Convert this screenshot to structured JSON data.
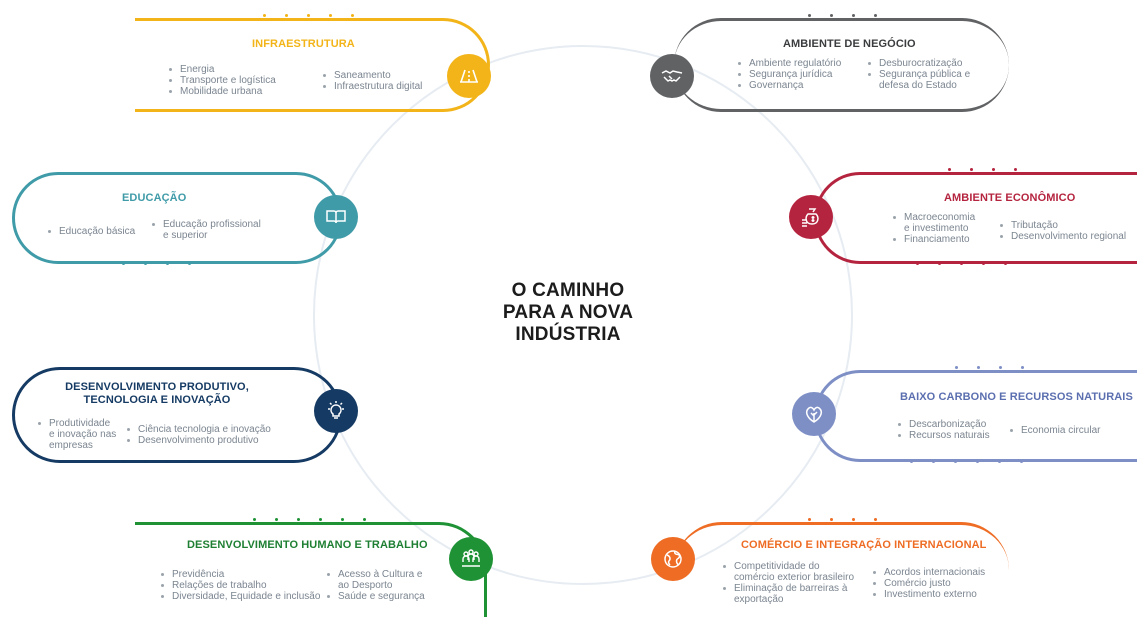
{
  "center_title": "O CAMINHO\nPARA A NOVA\nINDÚSTRIA",
  "colors": {
    "infraestrutura": "#f2b418",
    "negocio": "#606264",
    "educacao": "#3f9ba8",
    "economico": "#b5243f",
    "produtivo": "#153a63",
    "carbono": "#7e8fc6",
    "humano": "#1e9235",
    "comercio": "#ee6c24"
  },
  "infraestrutura": {
    "title": "INFRAESTRUTURA",
    "icon": "road-icon",
    "col1": [
      "Energia",
      "Transporte e logística",
      "Mobilidade urbana"
    ],
    "col2": [
      "Saneamento",
      "Infraestrutura digital"
    ]
  },
  "negocio": {
    "title": "AMBIENTE DE NEGÓCIO",
    "icon": "handshake-icon",
    "col1": [
      "Ambiente regulatório",
      "Segurança jurídica",
      "Governança"
    ],
    "col2": [
      "Desburocratização",
      "Segurança pública e\ndefesa do Estado"
    ]
  },
  "educacao": {
    "title": "EDUCAÇÃO",
    "icon": "book-icon",
    "col1": [
      "Educação básica"
    ],
    "col2": [
      "Educação profissional\ne superior"
    ]
  },
  "economico": {
    "title": "AMBIENTE ECONÔMICO",
    "icon": "money-bag-icon",
    "col1": [
      "Macroeconomia\ne investimento",
      "Financiamento"
    ],
    "col2": [
      "Tributação",
      "Desenvolvimento regional"
    ]
  },
  "produtivo": {
    "title": "DESENVOLVIMENTO PRODUTIVO,\nTECNOLOGIA E INOVAÇÃO",
    "icon": "lightbulb-icon",
    "col1": [
      "Produtividade\ne inovação nas\nempresas"
    ],
    "col2": [
      "Ciência tecnologia e inovação",
      "Desenvolvimento produtivo"
    ]
  },
  "carbono": {
    "title": "BAIXO CARBONO E RECURSOS NATURAIS",
    "icon": "leaf-icon",
    "col1": [
      "Descarbonização",
      "Recursos naturais"
    ],
    "col2": [
      "Economia circular"
    ]
  },
  "humano": {
    "title": "DESENVOLVIMENTO HUMANO E TRABALHO",
    "icon": "people-icon",
    "col1": [
      "Previdência",
      "Relações de trabalho",
      "Diversidade, Equidade e inclusão"
    ],
    "col2": [
      "Acesso à Cultura e\nao Desporto",
      "Saúde e segurança"
    ]
  },
  "comercio": {
    "title": "COMÉRCIO E INTEGRAÇÃO INTERNACIONAL",
    "icon": "globe-icon",
    "col1": [
      "Competitividade do\ncomércio exterior brasileiro",
      "Eliminação de barreiras à\nexportação"
    ],
    "col2": [
      "Acordos internacionais",
      "Comércio justo",
      "Investimento externo"
    ]
  }
}
